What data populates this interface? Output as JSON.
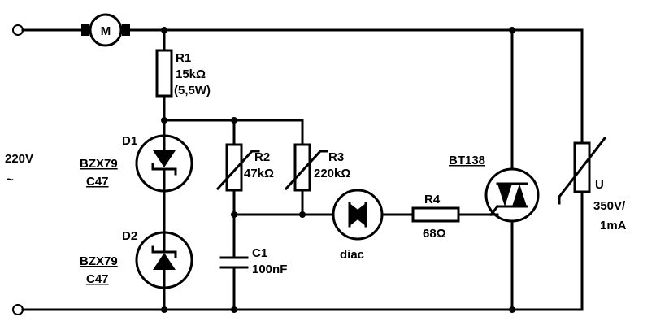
{
  "diagram": {
    "supply_voltage": "220V",
    "ac_symbol": "~",
    "motor_label": "M",
    "r1": {
      "name": "R1",
      "value": "15kΩ",
      "power": "(5,5W)"
    },
    "d1": {
      "name": "D1",
      "type": "BZX79",
      "suffix": "C47"
    },
    "d2": {
      "name": "D2",
      "type": "BZX79",
      "suffix": "C47"
    },
    "r2": {
      "name": "R2",
      "value": "47kΩ"
    },
    "r3": {
      "name": "R3",
      "value": "220kΩ"
    },
    "c1": {
      "name": "C1",
      "value": "100nF"
    },
    "diac": {
      "name": "diac"
    },
    "r4": {
      "name": "R4",
      "value": "68Ω"
    },
    "triac": {
      "name": "BT138"
    },
    "varistor": {
      "name": "U",
      "rating_line1": "350V/",
      "rating_line2": "1mA"
    }
  }
}
